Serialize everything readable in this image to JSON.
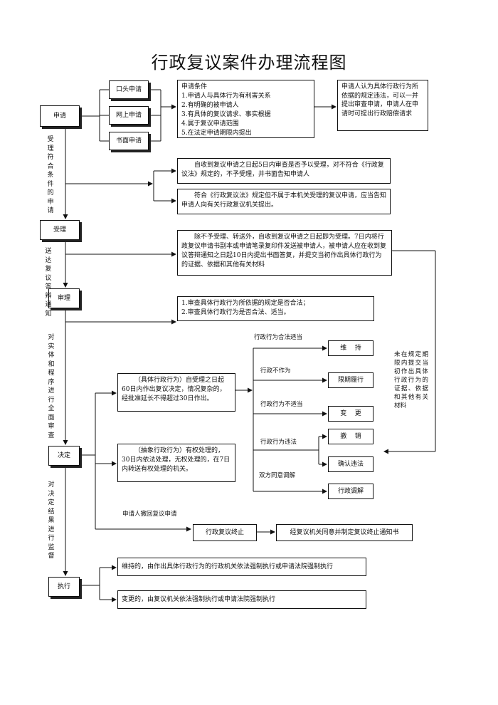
{
  "title": "行政复议案件办理流程图",
  "steps": {
    "apply": "申请",
    "accept": "受理",
    "review": "审理",
    "decide": "决定",
    "execute": "执行"
  },
  "apply_methods": [
    "口头申请",
    "网上申请",
    "书面申请"
  ],
  "conditions": {
    "heading": "申请条件",
    "items": [
      "1.申请人与具体行为有利害关系",
      "2.有明确的被申请人",
      "3.有具体的复议请求、事实根据",
      "4.属于复议申请范围",
      "5.在法定申请期限内提出"
    ]
  },
  "side_note": "申请人认为具体行政行为所依据的规定违法，可以一并提出审查申请，申请人在申请时可提出行政赔偿请求",
  "vertical_labels": {
    "v1": "受理符合条件的申请",
    "v2": "送达复议答辩通知",
    "v3": "对实体和程序进行全面审查",
    "v4": "对决定结果进行监督"
  },
  "accept_notes": {
    "n1": "自收到复议申请之日起5日内审查是否予以受理，对不符合《行政复议法》规定的，不予受理，并书面告知申请人",
    "n2": "符合《行政复议法》规定但不属于本机关受理的复议申请，应当告知申请人向有关行政复议机关提出。"
  },
  "accept_detail": "除不予受理、转送外，自收到复议申请之日起即为受理。7日内将行政复议申请书副本或申请笔录复印件发送被申请人，被申请人应在收到复议答辩通知之日起10日内提出书面答复，并提交当初作出具体行政行为的证据、依据和其他有关材料",
  "review_detail": [
    "1.审查具体行政行为所依据的规定是否合法；",
    "2.审查具体行政行为是否合法、适当。"
  ],
  "decision_notes": {
    "specific": "（具体行政行为）自受理之日起60日内作出复议决定，情况复杂的，经批准延长不得超过30日作出。",
    "abstract": "（抽象行政行为）有权处理的，30日内依法处理，无权处理的，在7日内转送有权处理的机关。"
  },
  "branch_labels": {
    "legal": "行政行为合法适当",
    "inaction": "行政不作为",
    "improper": "行政行为不适当",
    "illegal": "行政行为违法",
    "mediation": "双方同意调解"
  },
  "outcomes": {
    "uphold": "维    持",
    "deadline": "限期履行",
    "change": "变    更",
    "revoke": "撤    销",
    "confirm": "确认违法",
    "mediate": "行政调解"
  },
  "right_note": "未在规定期限内提交当初作出具体行政行为的证据、依据和其他有关材料",
  "withdraw": {
    "label": "申请人撤回复议申请",
    "terminate": "行政复议终止",
    "notice": "经复议机关同意并制定复议终止通知书"
  },
  "execution": {
    "upheld": "维持的，由作出具体行政行为的行政机关依法强制执行或申请法院强制执行",
    "changed": "变更的，由复议机关依法强制执行或申请法院强制执行"
  }
}
